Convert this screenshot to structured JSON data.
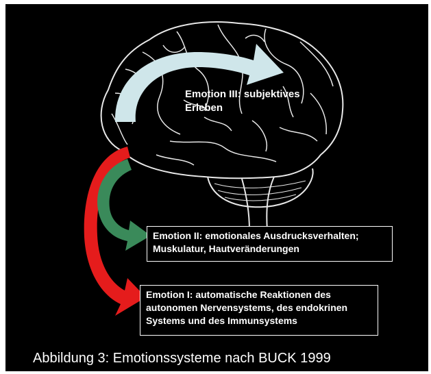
{
  "labels": {
    "emotion3_line1": "Emotion III: subjektives",
    "emotion3_line2": "Erleben",
    "emotion2_line1": "Emotion II: emotionales Ausdrucksverhalten;",
    "emotion2_line2": "Muskulatur, Hautveränderungen",
    "emotion1_line1": "Emotion I: automatische Reaktionen des",
    "emotion1_line2": "autonomen Nervensystems, des endokrinen",
    "emotion1_line3": "Systems und des Immunsystems"
  },
  "caption": "Abbildung 3: Emotionssysteme nach BUCK 1999",
  "colors": {
    "background": "#000000",
    "brain_outline": "#e8e8e8",
    "arrow_emotion3": "#cfe6ea",
    "arrow_emotion2": "#3a8a5a",
    "arrow_emotion1": "#e51c1c",
    "box_border": "#ffffff",
    "text": "#ffffff"
  }
}
